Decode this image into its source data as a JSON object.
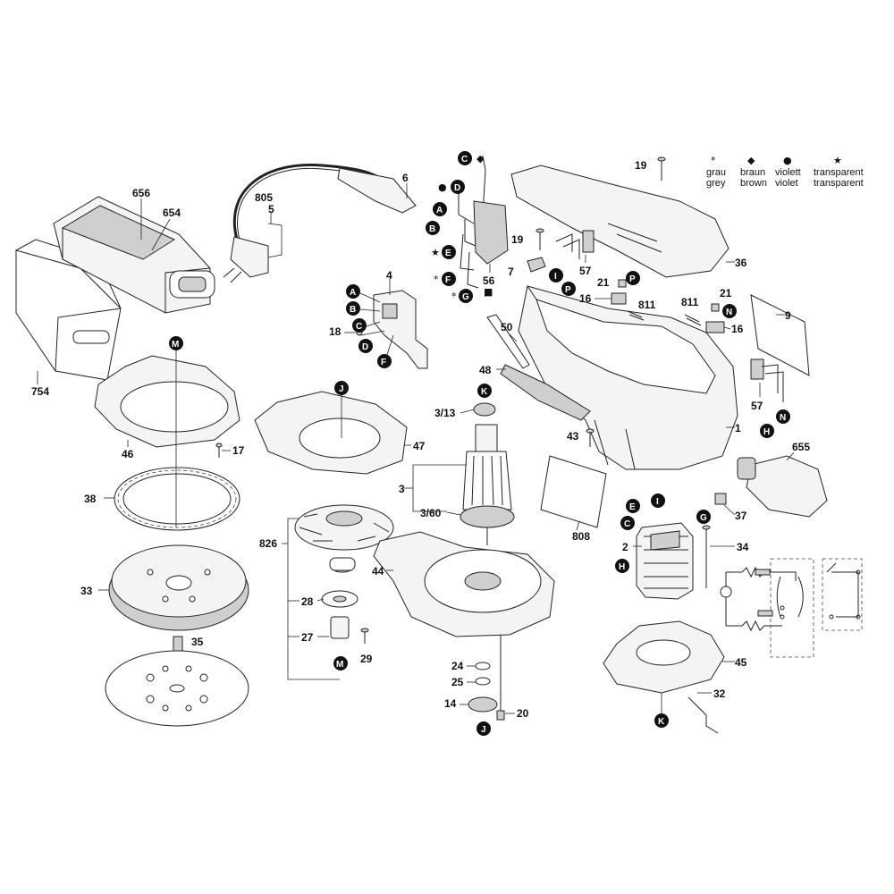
{
  "legend": {
    "grey": {
      "symbol": "*",
      "de": "grau",
      "en": "grey"
    },
    "brown": {
      "symbol": "◆",
      "de": "braun",
      "en": "brown"
    },
    "violet": {
      "symbol": "●",
      "de": "violett",
      "en": "violet"
    },
    "transparent": {
      "symbol": "★",
      "de": "transparent",
      "en": "transparent"
    }
  },
  "parts": {
    "p1": "1",
    "p2": "2",
    "p3": "3",
    "p3_13": "3/13",
    "p3_60": "3/60",
    "p4": "4",
    "p5": "5",
    "p6": "6",
    "p7": "7",
    "p9": "9",
    "p14": "14",
    "p16a": "16",
    "p16b": "16",
    "p17": "17",
    "p18": "18",
    "p19a": "19",
    "p19b": "19",
    "p20": "20",
    "p21a": "21",
    "p21b": "21",
    "p24": "24",
    "p25": "25",
    "p27": "27",
    "p28": "28",
    "p29": "29",
    "p32": "32",
    "p33": "33",
    "p34": "34",
    "p35": "35",
    "p36": "36",
    "p37": "37",
    "p38": "38",
    "p43": "43",
    "p44": "44",
    "p45": "45",
    "p46": "46",
    "p47": "47",
    "p48": "48",
    "p50": "50",
    "p56": "56",
    "p57a": "57",
    "p57b": "57",
    "p654": "654",
    "p655": "655",
    "p656": "656",
    "p754": "754",
    "p805": "805",
    "p808": "808",
    "p811a": "811",
    "p811b": "811",
    "p826": "826"
  },
  "badges": {
    "C1": "C",
    "D1": "D",
    "A1": "A",
    "B1": "B",
    "E1": "E",
    "F1": "F",
    "G1": "G",
    "A2": "A",
    "B2": "B",
    "C2": "C",
    "D2": "D",
    "F2": "F",
    "I1": "I",
    "P1": "P",
    "P2": "P",
    "N1": "N",
    "N2": "N",
    "H1": "H",
    "M1": "M",
    "J1": "J",
    "K1": "K",
    "M2": "M",
    "J2": "J",
    "E3": "E",
    "I3": "I",
    "C3": "C",
    "G3": "G",
    "H3": "H",
    "K2": "K"
  },
  "wire_marks": {
    "C1": "◆",
    "D1": "●",
    "E1": "★",
    "F1": "*",
    "G1": "*",
    "s56": "■"
  }
}
